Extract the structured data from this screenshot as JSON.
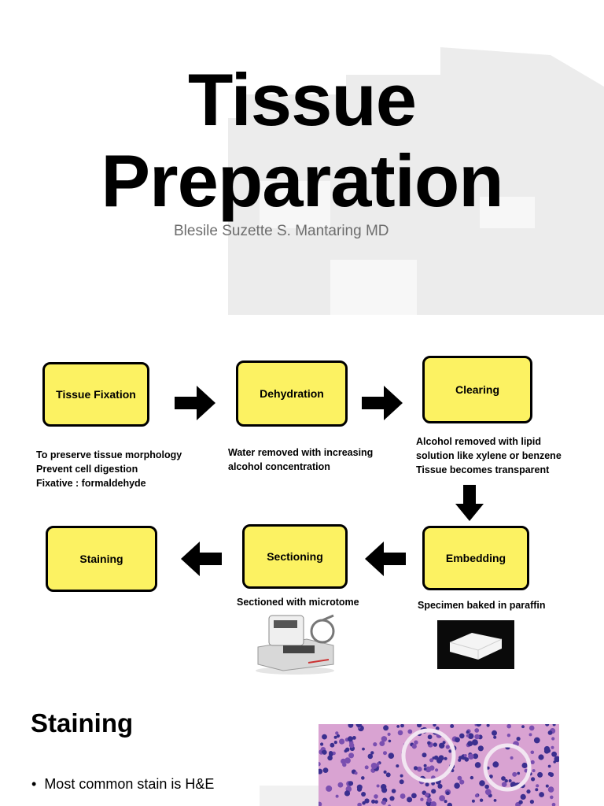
{
  "slide1": {
    "title_line1": "Tissue",
    "title_line2": "Preparation",
    "author": "Blesile Suzette S. Mantaring MD"
  },
  "flowchart": {
    "steps": [
      {
        "label": "Tissue Fixation"
      },
      {
        "label": "Dehydration"
      },
      {
        "label": "Clearing"
      },
      {
        "label": "Embedding"
      },
      {
        "label": "Sectioning"
      },
      {
        "label": "Staining"
      }
    ],
    "descriptions": {
      "fixation": [
        "To preserve tissue morphology",
        "Prevent cell digestion",
        "Fixative : formaldehyde"
      ],
      "dehydration": [
        "Water removed  with increasing",
        "alcohol  concentration"
      ],
      "clearing": [
        "Alcohol removed with lipid",
        "solution like xylene or benzene",
        "Tissue becomes transparent"
      ],
      "embedding": [
        "Specimen baked in paraffin"
      ],
      "sectioning": [
        "Sectioned with microtome"
      ]
    },
    "colors": {
      "box_fill": "#fcf262",
      "box_border": "#000000",
      "arrow": "#000000"
    }
  },
  "slide3": {
    "heading": "Staining",
    "bullet": "Most common stain is H&E"
  }
}
